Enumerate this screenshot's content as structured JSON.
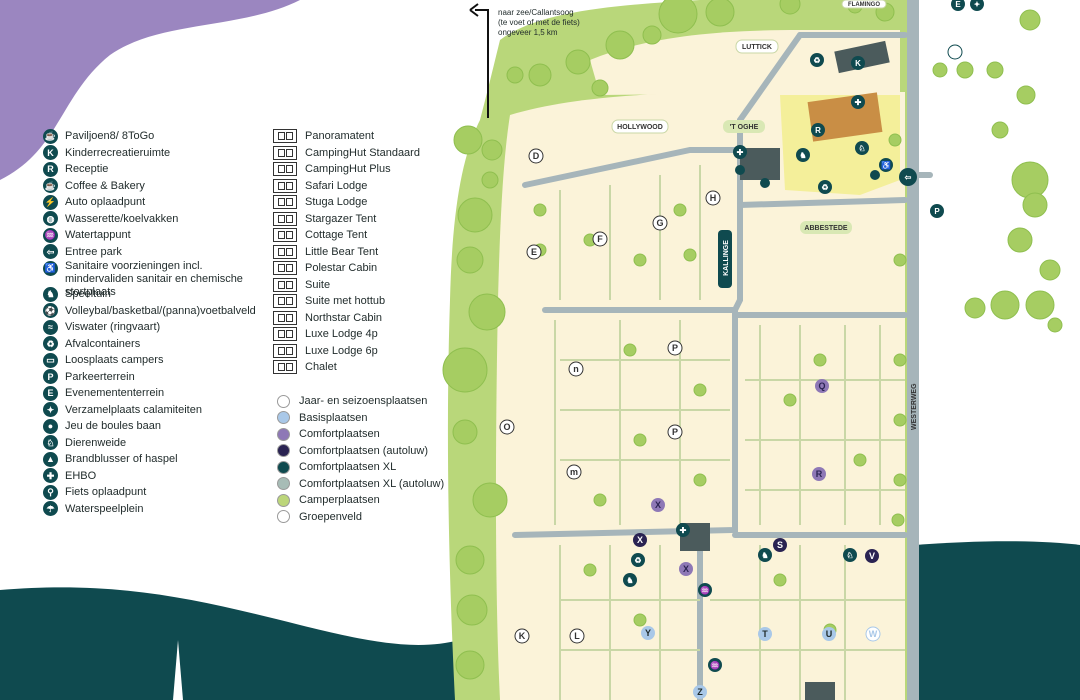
{
  "direction_note": {
    "line1": "naar zee/Callantsoog",
    "line2": "(te voet of met de fiets)",
    "line3": "ongeveer 1,5 km"
  },
  "legend_facilities": [
    {
      "icon": "pavilion-icon",
      "label": "Paviljoen8/ 8ToGo",
      "glyph": "☕"
    },
    {
      "icon": "kids-room-icon",
      "label": "Kinderrecreatieruimte",
      "glyph": "K"
    },
    {
      "icon": "reception-icon",
      "label": "Receptie",
      "glyph": "R"
    },
    {
      "icon": "coffee-icon",
      "label": "Coffee & Bakery",
      "glyph": "☕"
    },
    {
      "icon": "car-charging-icon",
      "label": "Auto oplaadpunt",
      "glyph": "⚡"
    },
    {
      "icon": "laundry-icon",
      "label": "Wasserette/koelvakken",
      "glyph": "◍"
    },
    {
      "icon": "water-tap-icon",
      "label": "Watertappunt",
      "glyph": "♒"
    },
    {
      "icon": "park-entrance-icon",
      "label": "Entree park",
      "glyph": "⇦"
    },
    {
      "icon": "sanitary-icon",
      "label": "Sanitaire voorzieningen incl. mindervaliden sanitair en chemische stortplaats",
      "glyph": "♿",
      "multiline": true
    },
    {
      "icon": "playground-icon",
      "label": "Speeltuin",
      "glyph": "♞"
    },
    {
      "icon": "sports-field-icon",
      "label": "Volleybal/basketbal/(panna)voetbalveld",
      "glyph": "⚽"
    },
    {
      "icon": "fishing-icon",
      "label": "Viswater (ringvaart)",
      "glyph": "≈"
    },
    {
      "icon": "waste-icon",
      "label": "Afvalcontainers",
      "glyph": "♻"
    },
    {
      "icon": "camper-dump-icon",
      "label": "Loosplaats campers",
      "glyph": "▭"
    },
    {
      "icon": "parking-icon",
      "label": "Parkeerterrein",
      "glyph": "P"
    },
    {
      "icon": "events-icon",
      "label": "Evenemententerrein",
      "glyph": "E"
    },
    {
      "icon": "assembly-point-icon",
      "label": "Verzamelplaats calamiteiten",
      "glyph": "✦"
    },
    {
      "icon": "boules-icon",
      "label": "Jeu de boules baan",
      "glyph": "●"
    },
    {
      "icon": "animal-meadow-icon",
      "label": "Dierenweide",
      "glyph": "♘"
    },
    {
      "icon": "fire-extinguisher-icon",
      "label": "Brandblusser of haspel",
      "glyph": "▲"
    },
    {
      "icon": "first-aid-icon",
      "label": "EHBO",
      "glyph": "✚"
    },
    {
      "icon": "bike-charging-icon",
      "label": "Fiets oplaadpunt",
      "glyph": "⚲"
    },
    {
      "icon": "water-playground-icon",
      "label": "Waterspeelplein",
      "glyph": "☂"
    }
  ],
  "legend_accommodations": [
    {
      "icon": "panorama-tent-icon",
      "label": "Panoramatent"
    },
    {
      "icon": "campinghut-standard-icon",
      "label": "CampingHut Standaard"
    },
    {
      "icon": "campinghut-plus-icon",
      "label": "CampingHut Plus"
    },
    {
      "icon": "safari-lodge-icon",
      "label": "Safari Lodge"
    },
    {
      "icon": "stuga-lodge-icon",
      "label": "Stuga Lodge"
    },
    {
      "icon": "stargazer-tent-icon",
      "label": "Stargazer Tent"
    },
    {
      "icon": "cottage-tent-icon",
      "label": "Cottage Tent"
    },
    {
      "icon": "little-bear-tent-icon",
      "label": "Little Bear Tent"
    },
    {
      "icon": "polestar-cabin-icon",
      "label": "Polestar Cabin"
    },
    {
      "icon": "suite-icon",
      "label": "Suite"
    },
    {
      "icon": "suite-hottub-icon",
      "label": "Suite met hottub"
    },
    {
      "icon": "northstar-cabin-icon",
      "label": "Northstar Cabin"
    },
    {
      "icon": "luxe-lodge-4p-icon",
      "label": "Luxe Lodge 4p"
    },
    {
      "icon": "luxe-lodge-6p-icon",
      "label": "Luxe Lodge 6p"
    },
    {
      "icon": "chalet-icon",
      "label": "Chalet"
    }
  ],
  "legend_pitches": [
    {
      "label": "Jaar- en seizoensplaatsen",
      "color": "#ffffff"
    },
    {
      "label": "Basisplaatsen",
      "color": "#a9c8e8"
    },
    {
      "label": "Comfortplaatsen",
      "color": "#8e78b6"
    },
    {
      "label": "Comfortplaatsen (autoluw)",
      "color": "#2a2352"
    },
    {
      "label": "Comfortplaatsen XL",
      "color": "#0f4a4f"
    },
    {
      "label": "Comfortplaatsen XL (autoluw)",
      "color": "#a7bcb6"
    },
    {
      "label": "Camperplaatsen",
      "color": "#bcd67a"
    },
    {
      "label": "Groepenveld",
      "color": "#ffffff"
    }
  ],
  "map_labels": {
    "hollywood": "HOLLYWOOD",
    "t_oghe": "'T OGHE",
    "luttick": "LUTTICK",
    "flamingo": "FLAMINGO",
    "abbestede": "ABBESTEDE",
    "kallinge": "KALLINGE",
    "westerweg": "WESTERWEG"
  },
  "zone_letters": [
    "D",
    "E",
    "F",
    "G",
    "H",
    "K",
    "L",
    "m",
    "n",
    "O",
    "P",
    "P",
    "Q",
    "R",
    "S",
    "T",
    "U",
    "V",
    "W",
    "X",
    "X",
    "X",
    "Y",
    "Z"
  ],
  "colors": {
    "teal": "#0f4a4f",
    "purple": "#9b86c0",
    "green_light": "#b9d77a",
    "green_dark": "#8fbf4f",
    "sand": "#fbf3d9",
    "road": "#a6b5ba",
    "yellow_area": "#f4ef9a"
  }
}
